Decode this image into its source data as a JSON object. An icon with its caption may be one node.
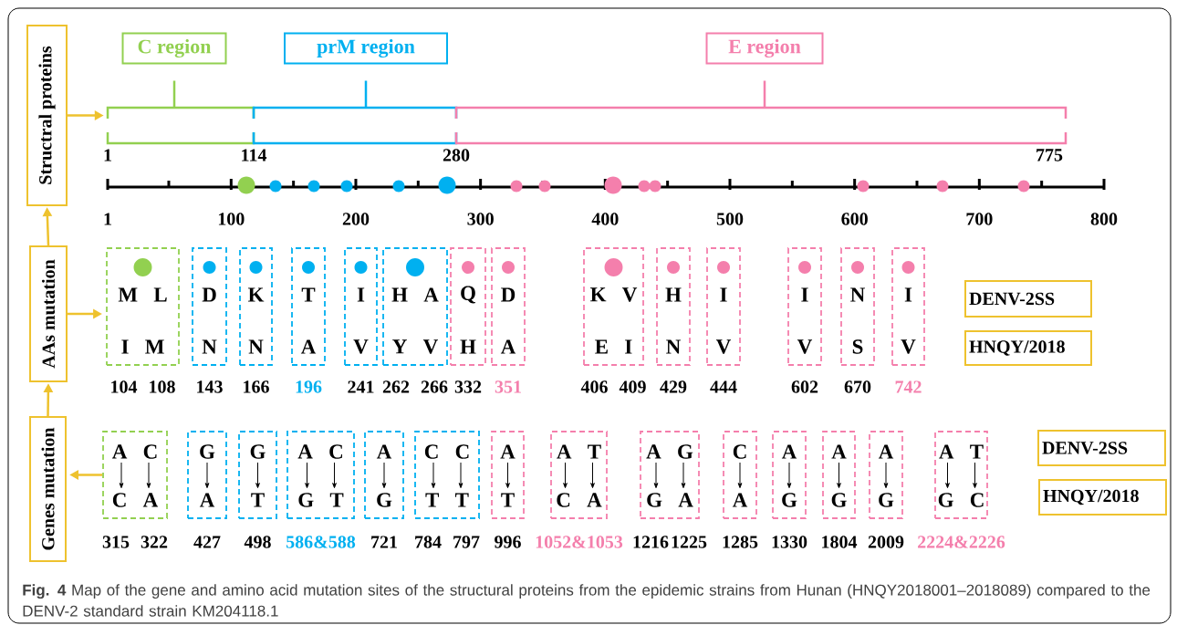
{
  "diagram": {
    "caption": "**Fig. 4** Map of the gene and amino acid mutation sites of the structural proteins from the epidemic strains from Hunan (HNQY2018001–2018089) compared to the DENV-2 standard strain KM204118.1",
    "nodes": [
      {
        "text": [
          "Structral proteins"
        ]
      },
      {
        "text": [
          "C region"
        ]
      },
      {
        "text": [
          "prM region"
        ]
      },
      {
        "text": [
          "E region"
        ]
      },
      {
        "text": [],
        "shape": "bracket"
      },
      {
        "text": [],
        "shape": "bracket"
      },
      {
        "text": [],
        "shape": "bracket"
      },
      {
        "text": [
          "AAs mutation"
        ]
      },
      {
        "text": [
          "M L",
          "I M"
        ],
        "beside": [
          "104",
          "108"
        ]
      },
      {
        "text": [
          "D",
          "N"
        ],
        "beside": [
          "143"
        ]
      },
      {
        "text": [
          "K",
          "N"
        ],
        "beside": [
          "166"
        ]
      },
      {
        "text": [
          "T",
          "A"
        ],
        "beside": [
          "196"
        ]
      },
      {
        "text": [
          "I",
          "V"
        ],
        "beside": [
          "241"
        ]
      },
      {
        "text": [
          "H A",
          "Y V"
        ],
        "beside": [
          "262",
          "266"
        ]
      },
      {
        "text": [
          "Q",
          "H"
        ],
        "beside": [
          "332"
        ]
      },
      {
        "text": [
          "D",
          "A"
        ],
        "beside": [
          "351"
        ]
      },
      {
        "text": [
          "K V",
          "E I"
        ],
        "beside": [
          "406",
          "409"
        ]
      },
      {
        "text": [
          "H",
          "N"
        ],
        "beside": [
          "429"
        ]
      },
      {
        "text": [
          "I",
          "V"
        ],
        "beside": [
          "444"
        ]
      },
      {
        "text": [
          "I",
          "V"
        ],
        "beside": [
          "602"
        ]
      },
      {
        "text": [
          "N",
          "S"
        ],
        "beside": [
          "670"
        ]
      },
      {
        "text": [
          "I",
          "V"
        ],
        "beside": [
          "742"
        ]
      },
      {
        "text": [
          "DENV-2SS"
        ]
      },
      {
        "text": [
          "HNQY/2018"
        ]
      },
      {
        "text": [
          "Genes mutation"
        ]
      },
      {
        "text": [
          "A C",
          "C A"
        ],
        "beside": [
          "315",
          "322"
        ]
      },
      {
        "text": [
          "G",
          "A"
        ],
        "beside": [
          "427"
        ]
      },
      {
        "text": [
          "G",
          "T"
        ],
        "beside": [
          "498"
        ]
      },
      {
        "text": [
          "A C",
          "G T"
        ],
        "beside": [
          "586&588"
        ]
      },
      {
        "text": [
          "A",
          "G"
        ],
        "beside": [
          "721"
        ]
      },
      {
        "text": [
          "C C",
          "T T"
        ],
        "beside": [
          "784",
          "797"
        ]
      },
      {
        "text": [
          "A",
          "T"
        ],
        "beside": [
          "996"
        ]
      },
      {
        "text": [
          "A T",
          "C A"
        ],
        "beside": [
          "1052&1053"
        ]
      },
      {
        "text": [
          "A G",
          "G A"
        ],
        "beside": [
          "1216",
          "1225"
        ]
      },
      {
        "text": [
          "C",
          "A"
        ],
        "beside": [
          "1285"
        ]
      },
      {
        "text": [
          "A",
          "G"
        ],
        "beside": [
          "1330"
        ]
      },
      {
        "text": [
          "A",
          "G"
        ],
        "beside": [
          "1804"
        ]
      },
      {
        "text": [
          "A",
          "G"
        ],
        "beside": [
          "2009"
        ]
      },
      {
        "text": [
          "A T",
          "G C"
        ],
        "beside": [
          "2224&2226"
        ]
      },
      {
        "text": [
          "DENV-2SS"
        ]
      },
      {
        "text": [
          "HNQY/2018"
        ]
      }
    ],
    "edges": [
      {
        "from": 1,
        "to": 4,
        "arrow": "none",
        "color": "#92d050"
      },
      {
        "from": 2,
        "to": 5,
        "arrow": "none",
        "color": "#00b0f0"
      },
      {
        "from": 3,
        "to": 6,
        "arrow": "none",
        "color": "#f47fac"
      },
      {
        "from": 0,
        "to": 4,
        "arrow": "to"
      },
      {
        "from": 7,
        "to": 8,
        "arrow": "to"
      },
      {
        "from": 7,
        "to": 0,
        "arrow": "to"
      },
      {
        "from": 24,
        "to": 7,
        "arrow": "to"
      },
      {
        "from": 25,
        "to": 24,
        "arrow": "to"
      }
    ],
    "labels": [
      "1",
      "114",
      "280",
      "775",
      "1",
      "100",
      "200",
      "300",
      "400",
      "500",
      "600",
      "700",
      "800"
    ]
  }
}
